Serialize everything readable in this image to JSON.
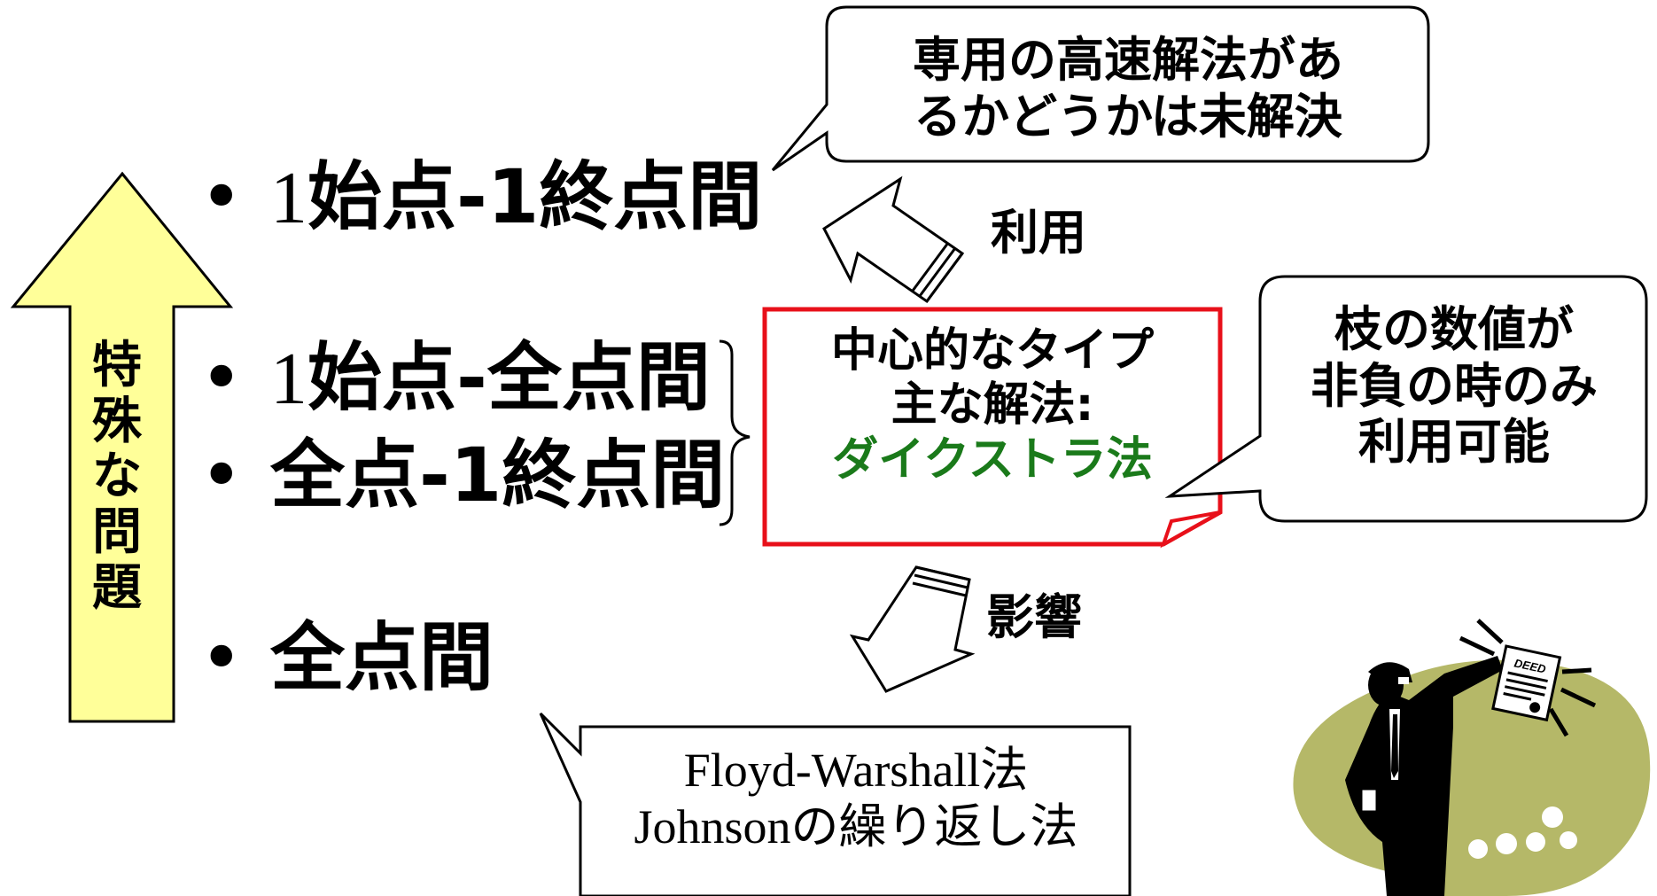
{
  "side_arrow": {
    "label_chars": [
      "特",
      "殊",
      "な",
      "問",
      "題"
    ]
  },
  "bullets": [
    {
      "bullet": "•",
      "prefix": "1",
      "text": "始点-1終点間"
    },
    {
      "bullet": "•",
      "prefix": "1",
      "text": "始点-全点間"
    },
    {
      "bullet": "•",
      "prefix": "",
      "text": "全点-1終点間"
    },
    {
      "bullet": "•",
      "prefix": "",
      "text": "全点間"
    }
  ],
  "callout_top": {
    "line1": "専用の高速解法があ",
    "line2": "るかどうかは未解決"
  },
  "arrow_up_label": "利用",
  "center_box": {
    "line1": "中心的なタイプ",
    "line2": "主な解法:",
    "line3": "ダイクストラ法"
  },
  "callout_right": {
    "line1": "枝の数値が",
    "line2": "非負の時のみ",
    "line3": "利用可能"
  },
  "arrow_down_label": "影響",
  "callout_bottom": {
    "line1": "Floyd-Warshall法",
    "line2": "Johnsonの繰り返し法"
  },
  "clipart": {
    "icon": "businessman-with-deed-icon",
    "deed_text": "DEED"
  },
  "colors": {
    "arrow_fill": "#ffff99",
    "box_border": "#e8101a",
    "green_text": "#1a7a1a",
    "clipart_blob": "#b5b868"
  }
}
